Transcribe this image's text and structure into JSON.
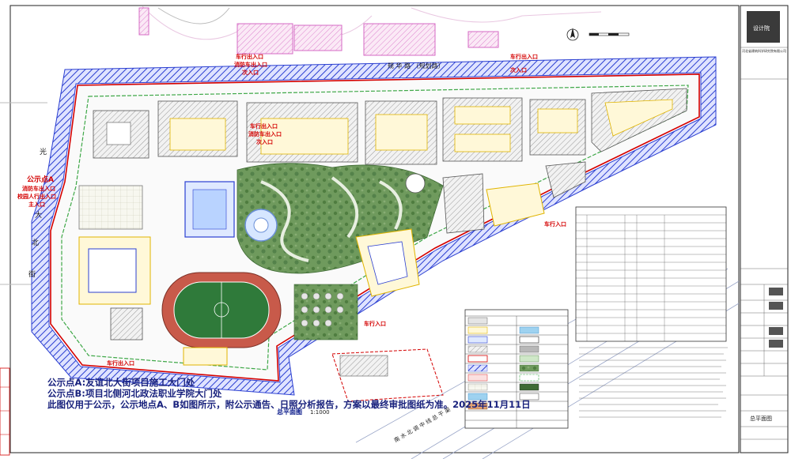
{
  "plan": {
    "entrances": {
      "north_vehicle": "车行出入口",
      "north_fire": "消防车出入口",
      "north_secondary": "次入口",
      "north2_vehicle": "车行出入口",
      "north2_fire": "消防车出入口",
      "north2_secondary": "次入口",
      "ne_vehicle": "车行出入口",
      "ne_secondary": "次入口",
      "east_vehicle": "车行入口",
      "se_vehicle": "车行入口",
      "south_vehicle": "车行出入口",
      "west_notice": "公示点A",
      "west_fire": "消防车出入口",
      "west_pedestrian": "校园人行出入口",
      "west_main": "主入口"
    },
    "roads": {
      "north_road": "规 华 路 （规划路）",
      "south_road": "南 水 北 调 中 线 总 干 渠",
      "west_road": [
        "光",
        "大",
        "北",
        "街"
      ]
    },
    "notices": [
      "公示点A:友谊北大街项目施工大门处",
      "公示点B:项目北侧河北政法职业学院大门处",
      "此图仅用于公示，公示地点A、B如图所示，附公示通告、日照分析报告，方案以最终审批图纸为准。2025年11月11日"
    ],
    "drawing_title": "总平面图",
    "drawing_scale": "1:1000",
    "right_panel": {
      "logo": "设计院",
      "company": "河北省建筑科学研究院有限公司",
      "sheet_title": "总平面图"
    }
  },
  "colors": {
    "site_boundary": "#d40000",
    "road_band": "#2b3fd1",
    "green": "#5b8a4c",
    "track": "#c85a4a",
    "field": "#2f7a3a",
    "notice_text": "#1a237e"
  }
}
